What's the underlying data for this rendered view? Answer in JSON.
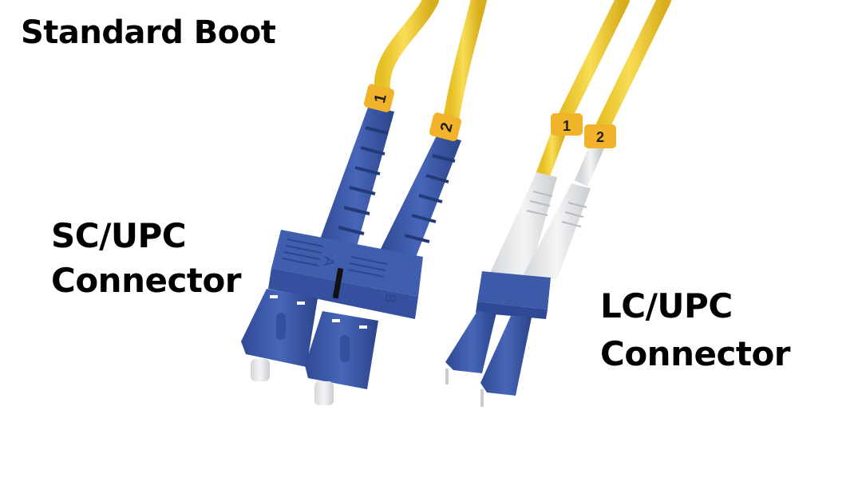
{
  "title": "Standard Boot",
  "sc_connector": {
    "line1": "SC/UPC",
    "line2": "Connector",
    "ports": [
      "A",
      "B"
    ],
    "cable_tags": [
      "1",
      "2"
    ]
  },
  "lc_connector": {
    "line1": "LC/UPC",
    "line2": "Connector",
    "cable_tags": [
      "1",
      "2"
    ]
  },
  "colors": {
    "background": "#ffffff",
    "cable_yellow": "#f2d03b",
    "tag_orange": "#f0b32a",
    "connector_blue": "#3d5aa8",
    "boot_white": "#e8eaec",
    "text": "#000000"
  }
}
